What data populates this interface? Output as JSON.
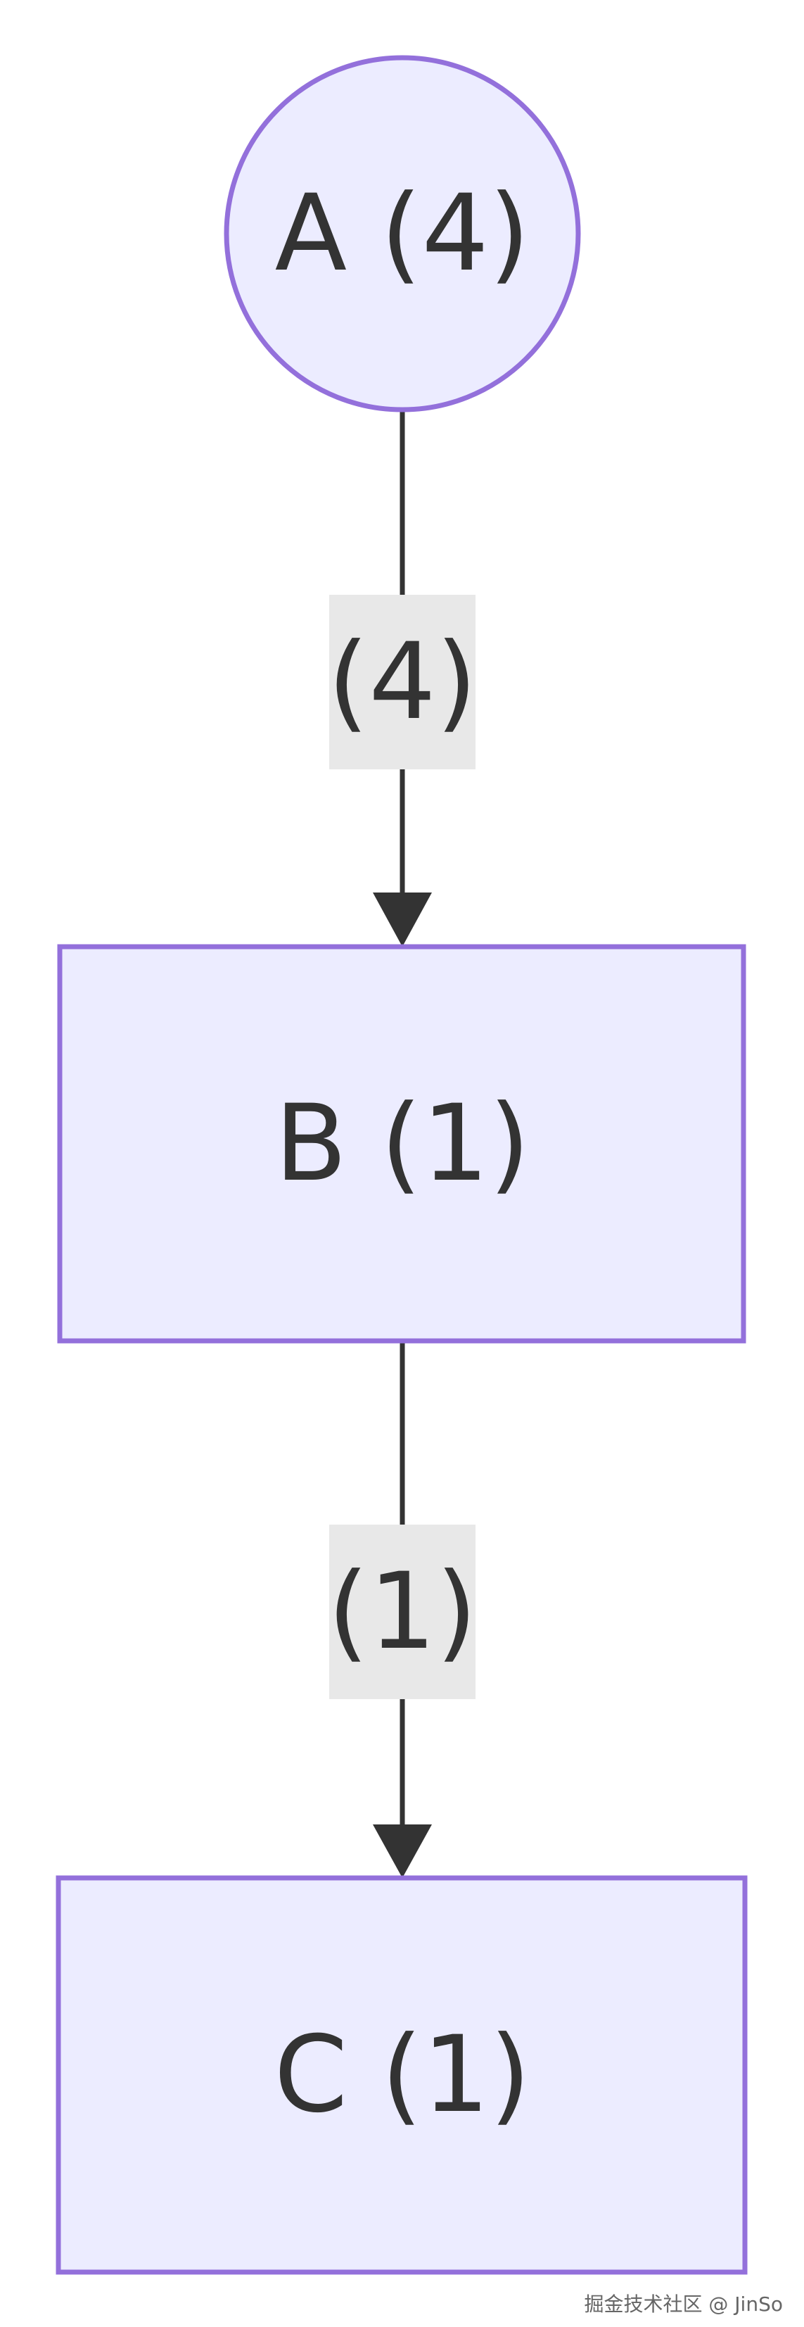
{
  "nodes": {
    "a": {
      "label": "A (4)"
    },
    "b": {
      "label": "B (1)"
    },
    "c": {
      "label": "C (1)"
    }
  },
  "edges": {
    "a_to_b": {
      "label": "(4)"
    },
    "b_to_c": {
      "label": "(1)"
    }
  },
  "watermark": "掘金技术社区 @ JinSo",
  "colors": {
    "node_fill": "#ECECFF",
    "node_stroke": "#9370DB",
    "edge": "#333333",
    "edge_label_bg": "#e8e8e8",
    "text": "#333333"
  }
}
